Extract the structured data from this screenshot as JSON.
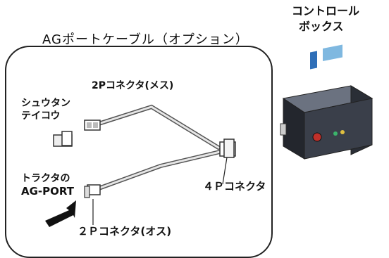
{
  "title": "AGポートケーブル（オプション）",
  "control_box": {
    "line1": "コントロール",
    "line2": "ボックス"
  },
  "labels": {
    "resistor_line1": "シュウタン",
    "resistor_line2": "テイコウ",
    "connector_2p_female": "2Pコネクタ(メス)",
    "connector_4p": "４Ｐコネクタ",
    "tractor_line1": "トラクタの",
    "tractor_line2": "AG-PORT",
    "connector_2p_male": "２Ｐコネクタ(オス)"
  },
  "colors": {
    "outline": "#222222",
    "cable_light": "#c8c8c8",
    "cable_dark": "#555555",
    "box_body": "#3a3f4a",
    "panel_blue": "#2f6fb8",
    "panel_red": "#c0302a",
    "panel_green": "#3bb36b"
  }
}
